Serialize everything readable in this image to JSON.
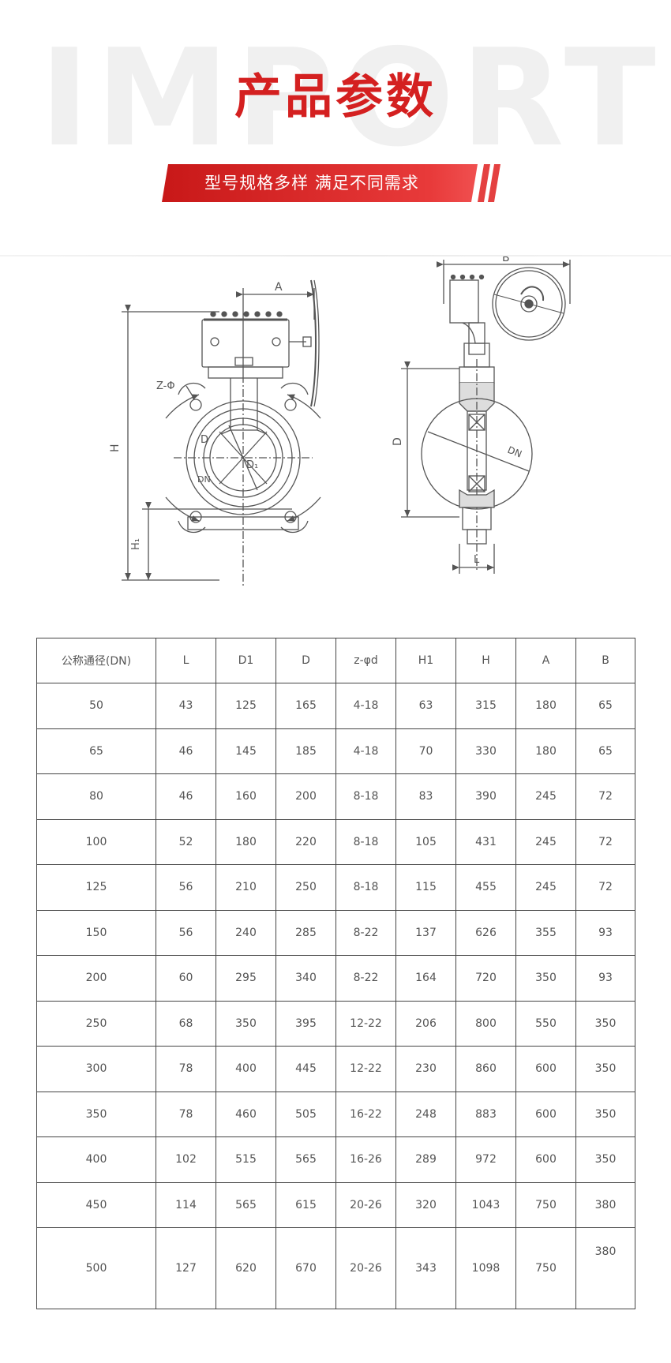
{
  "header": {
    "bg_word": "IMPORT",
    "title": "产品参数",
    "subtitle": "型号规格多样 满足不同需求",
    "accent_color": "#d42020"
  },
  "drawing": {
    "front_labels": {
      "A": "A",
      "H": "H",
      "H1": "H₁",
      "Z": "Z-Φ",
      "D": "D",
      "D1": "D₁",
      "DN": "DN"
    },
    "side_labels": {
      "B": "B",
      "D": "D",
      "DN": "DN",
      "L": "L"
    }
  },
  "table": {
    "headers": [
      "公称通径(DN)",
      "L",
      "D1",
      "D",
      "z-φd",
      "H1",
      "H",
      "A",
      "B"
    ],
    "rows": [
      [
        "50",
        "43",
        "125",
        "165",
        "4-18",
        "63",
        "315",
        "180",
        "65"
      ],
      [
        "65",
        "46",
        "145",
        "185",
        "4-18",
        "70",
        "330",
        "180",
        "65"
      ],
      [
        "80",
        "46",
        "160",
        "200",
        "8-18",
        "83",
        "390",
        "245",
        "72"
      ],
      [
        "100",
        "52",
        "180",
        "220",
        "8-18",
        "105",
        "431",
        "245",
        "72"
      ],
      [
        "125",
        "56",
        "210",
        "250",
        "8-18",
        "115",
        "455",
        "245",
        "72"
      ],
      [
        "150",
        "56",
        "240",
        "285",
        "8-22",
        "137",
        "626",
        "355",
        "93"
      ],
      [
        "200",
        "60",
        "295",
        "340",
        "8-22",
        "164",
        "720",
        "350",
        "93"
      ],
      [
        "250",
        "68",
        "350",
        "395",
        "12-22",
        "206",
        "800",
        "550",
        "350"
      ],
      [
        "300",
        "78",
        "400",
        "445",
        "12-22",
        "230",
        "860",
        "600",
        "350"
      ],
      [
        "350",
        "78",
        "460",
        "505",
        "16-22",
        "248",
        "883",
        "600",
        "350"
      ],
      [
        "400",
        "102",
        "515",
        "565",
        "16-26",
        "289",
        "972",
        "600",
        "350"
      ],
      [
        "450",
        "114",
        "565",
        "615",
        "20-26",
        "320",
        "1043",
        "750",
        "380"
      ],
      [
        "500",
        "127",
        "620",
        "670",
        "20-26",
        "343",
        "1098",
        "750",
        "380"
      ]
    ]
  }
}
